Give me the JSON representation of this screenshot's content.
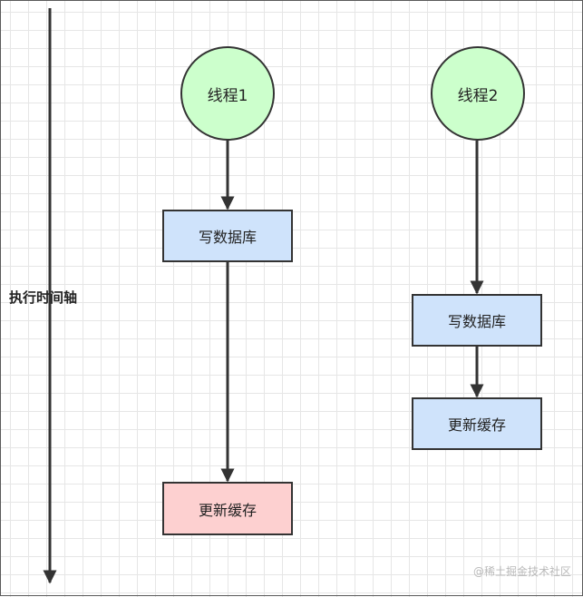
{
  "timeline": {
    "label": "执行时间轴"
  },
  "thread1": {
    "label": "线程1",
    "steps": [
      "写数据库",
      "更新缓存"
    ]
  },
  "thread2": {
    "label": "线程2",
    "steps": [
      "写数据库",
      "更新缓存"
    ]
  },
  "watermark": "@稀土掘金技术社区",
  "colors": {
    "thread_node": "#ccffcc",
    "db_write_box": "#cfe3fb",
    "thread1_cache_update_box": "#fdd0d0",
    "thread2_cache_update_box": "#cfe3fb",
    "stroke": "#333333"
  }
}
